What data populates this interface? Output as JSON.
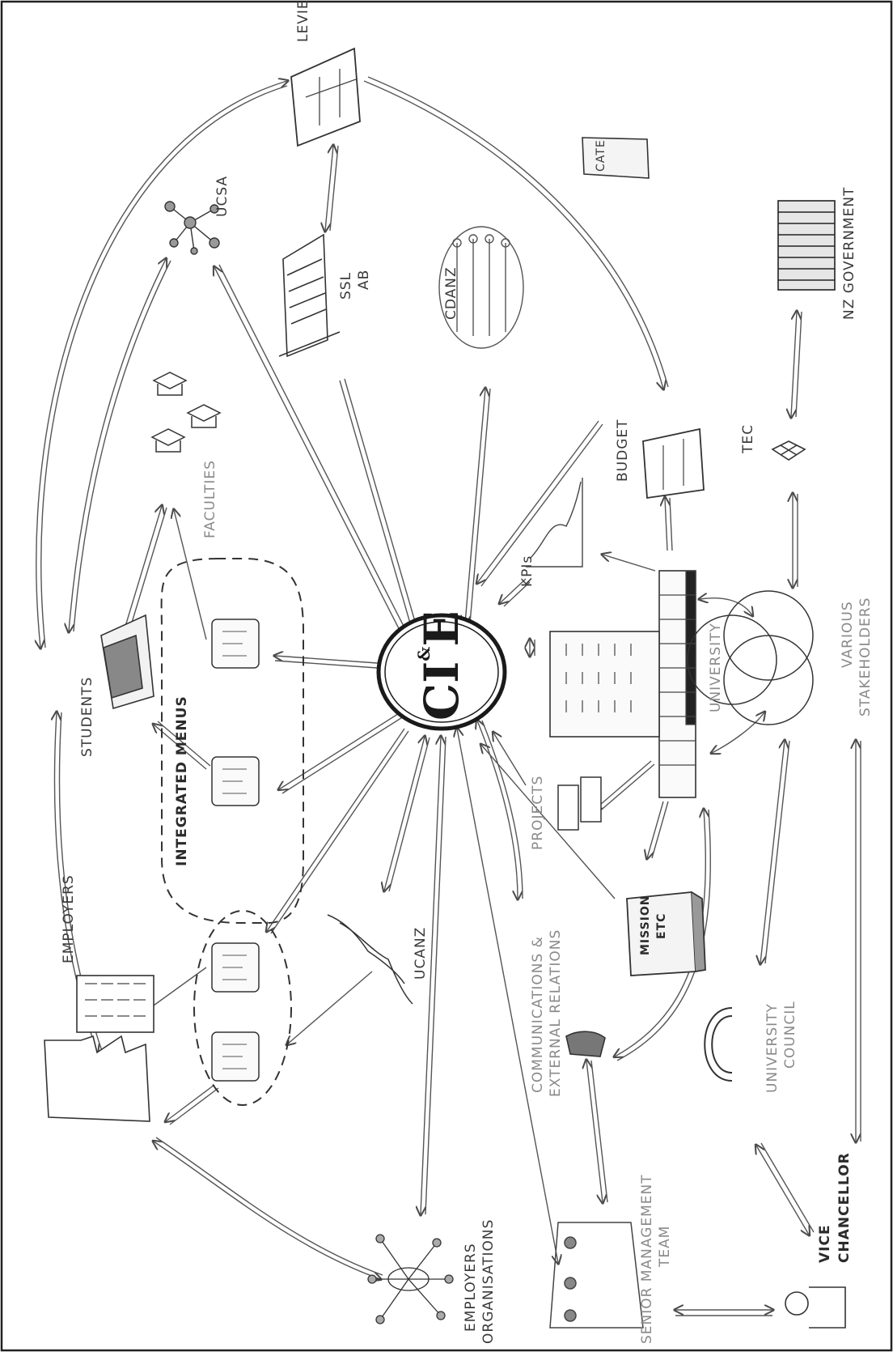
{
  "diagram": {
    "center": {
      "line1": "CI",
      "amp": "&",
      "line2": "E"
    },
    "labels": {
      "levies": "LEVIES",
      "ucsa": "UCSA",
      "ssl_ab_line1": "SSL",
      "ssl_ab_line2": "AB",
      "cdanz": "CDANZ",
      "cate": "CATE",
      "nz_government": "NZ GOVERNMENT",
      "budget": "BUDGET",
      "tec": "TEC",
      "kpis": "KPIs",
      "faculties": "FACULTIES",
      "students": "STUDENTS",
      "integrated_menus": "INTEGRATED MENUS",
      "university": "UNIVERSITY",
      "stakeholders_line1": "VARIOUS",
      "stakeholders_line2": "STAKEHOLDERS",
      "projects": "PROJECTS",
      "mission_line1": "MISSION",
      "mission_line2": "ETC",
      "ucanz": "UCANZ",
      "employers": "EMPLOYERS",
      "comms_line1": "COMMUNICATIONS &",
      "comms_line2": "EXTERNAL RELATIONS",
      "council_line1": "UNIVERSITY",
      "council_line2": "COUNCIL",
      "employers_orgs_line1": "EMPLOYERS",
      "employers_orgs_line2": "ORGANISATIONS",
      "smt_line1": "SENIOR MANAGEMENT",
      "smt_line2": "TEAM",
      "vc_line1": "VICE",
      "vc_line2": "CHANCELLOR"
    }
  }
}
